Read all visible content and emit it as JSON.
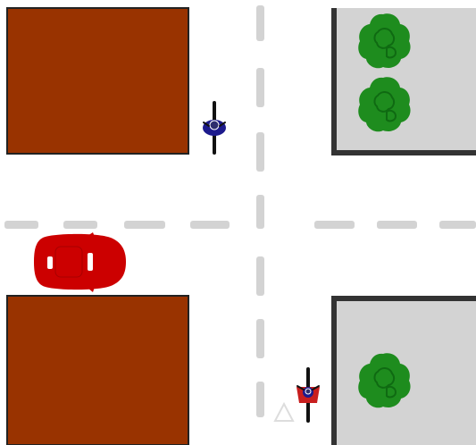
{
  "scene": {
    "background_color": "#ffffff",
    "road_marking_color": "#d3d3d3",
    "building_color": "#993300",
    "building_border_color": "#222222",
    "lot_color": "#d3d3d3",
    "lot_border_color": "#333333",
    "tree_color": "#1e8c1e",
    "tree_shade_color": "#0f6a12",
    "car_color": "#cc0000",
    "rider_blue_color": "#1c1a8c",
    "rider_red_color": "#c81e1e",
    "rider_body_color": "#111111",
    "crosswalk_marker_color": "#dddddd"
  },
  "objects": {
    "buildings": [
      {
        "name": "building-top-left",
        "icon": "brown-building-block"
      },
      {
        "name": "building-bottom-left",
        "icon": "brown-building-block"
      }
    ],
    "lots": [
      {
        "name": "lot-top-right",
        "icon": "grey-lot"
      },
      {
        "name": "lot-bottom-right",
        "icon": "grey-lot"
      }
    ],
    "trees": [
      {
        "name": "tree-1",
        "icon": "tree-icon"
      },
      {
        "name": "tree-2",
        "icon": "tree-icon"
      },
      {
        "name": "tree-3",
        "icon": "tree-icon"
      }
    ],
    "vehicles": [
      {
        "name": "red-car",
        "icon": "car-icon",
        "heading": "east"
      },
      {
        "name": "cyclist-blue",
        "icon": "cyclist-icon",
        "heading": "north"
      },
      {
        "name": "cyclist-red",
        "icon": "cyclist-icon",
        "heading": "north"
      }
    ],
    "markers": [
      {
        "name": "pedestrian-marker",
        "icon": "triangle-marker-icon"
      }
    ]
  }
}
